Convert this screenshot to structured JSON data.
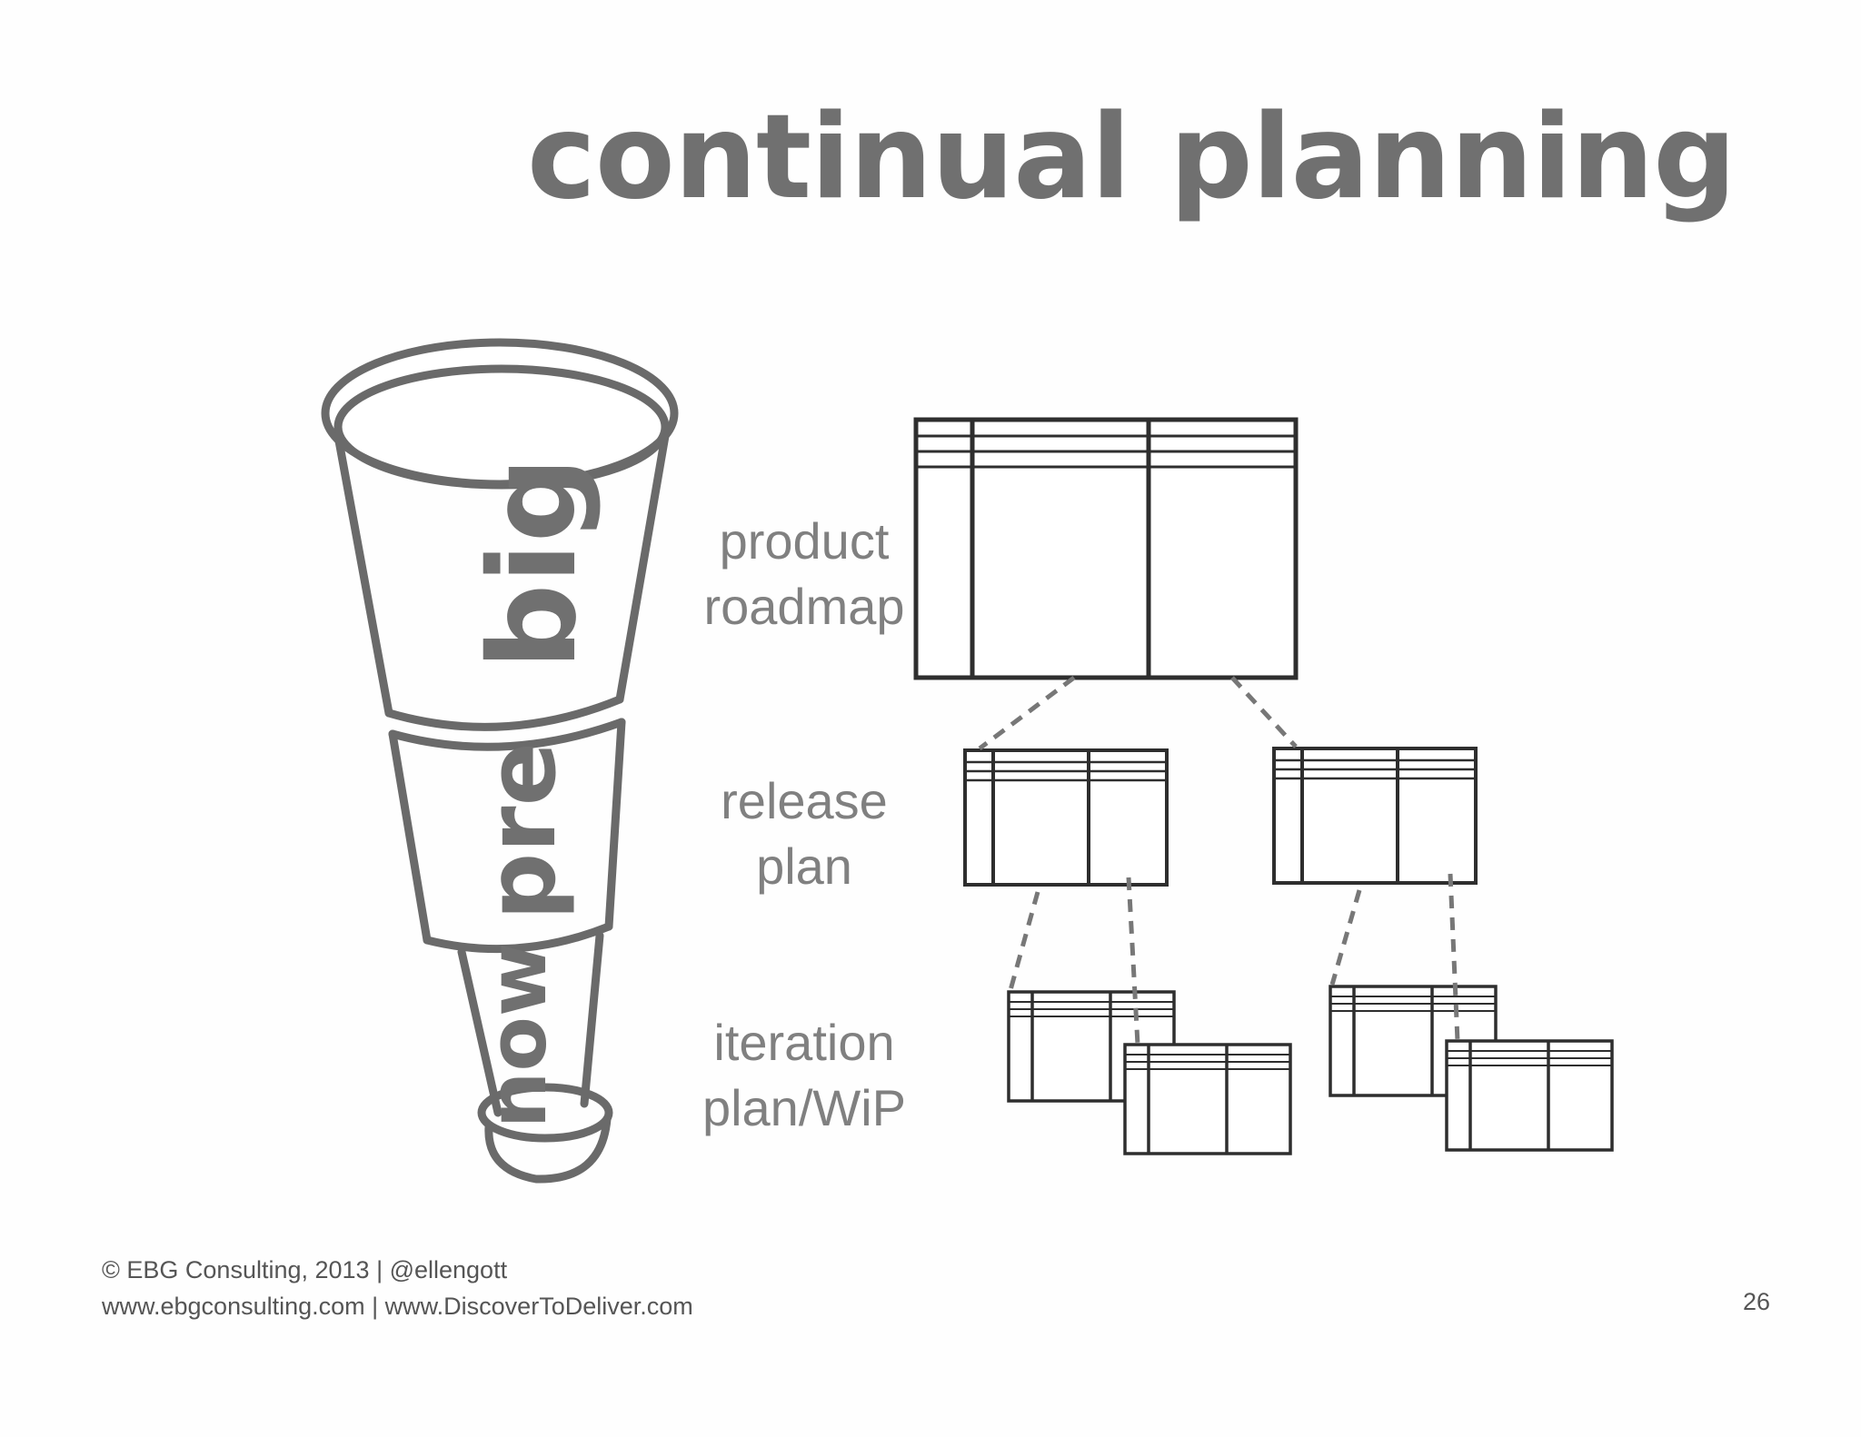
{
  "slide": {
    "title": "continual planning",
    "page_number": "26"
  },
  "scope": {
    "segments": [
      "big",
      "pre",
      "now"
    ]
  },
  "levels": {
    "roadmap": [
      "product",
      "roadmap"
    ],
    "release": [
      "release",
      "plan"
    ],
    "iteration": [
      "iteration",
      "plan/WiP"
    ]
  },
  "footer": {
    "line1": "© EBG Consulting, 2013  | @ellengott",
    "line2": "www.ebgconsulting.com | www.DiscoverToDeliver.com"
  },
  "colors": {
    "title": "#707070",
    "text": "#808080",
    "stroke": "#333333",
    "dashed": "#777777"
  }
}
